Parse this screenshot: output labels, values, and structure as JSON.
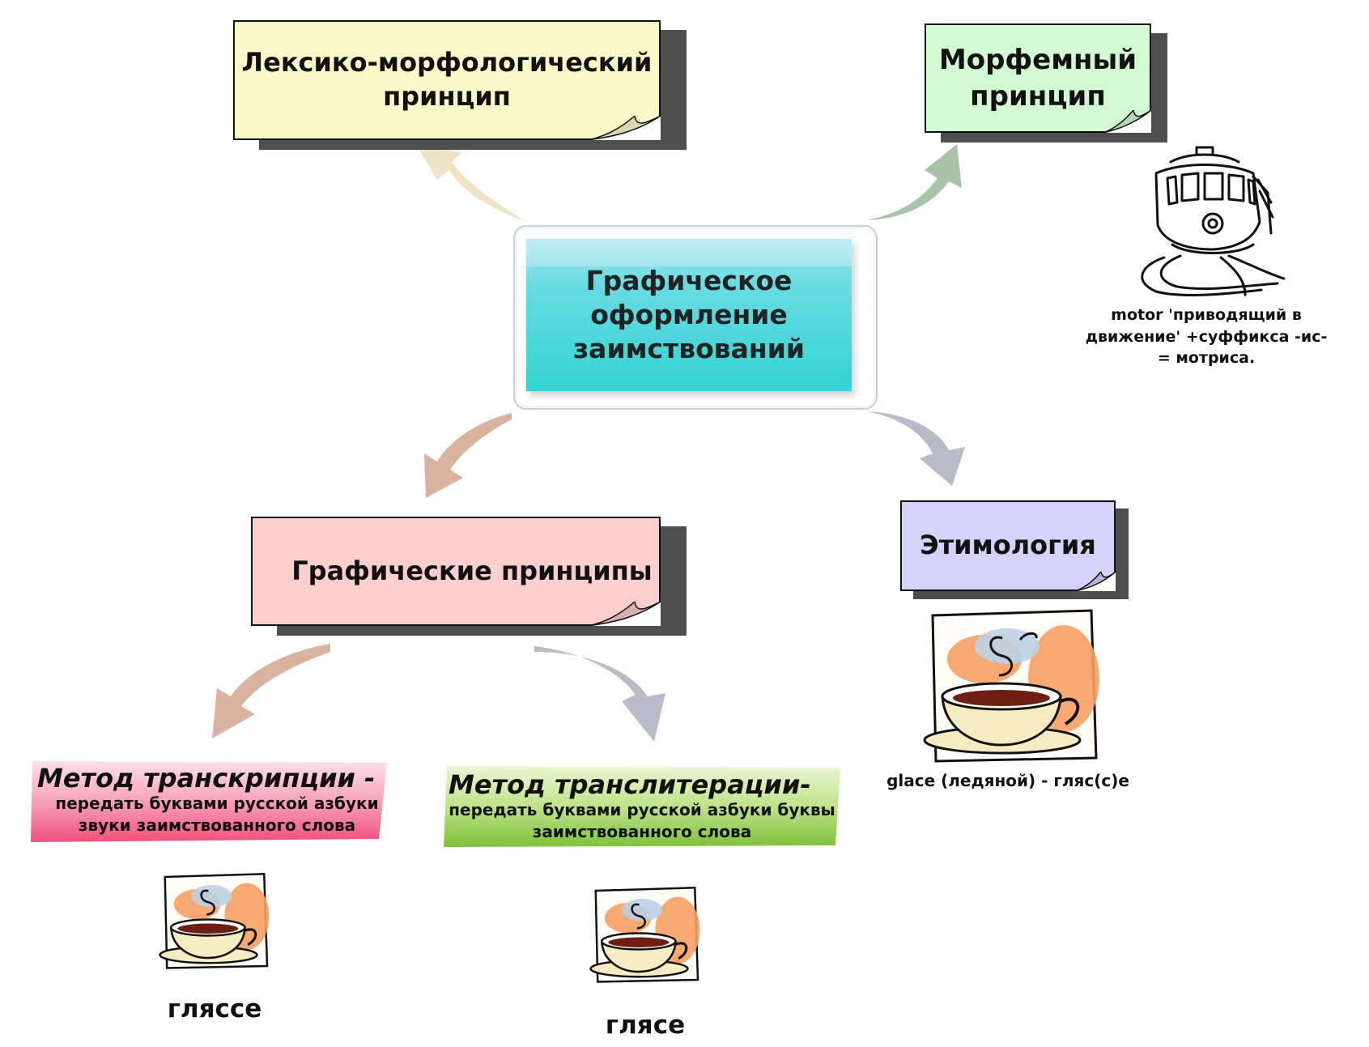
{
  "center": {
    "line1": "Графическое",
    "line2": "оформление",
    "line3": "заимствований",
    "color": "#32d3d3"
  },
  "boxes": {
    "lexmorph": {
      "line1": "Лексико-морфологический",
      "line2": "принцип",
      "color": "#fafac8"
    },
    "morpheme": {
      "line1": "Морфемный",
      "line2": "принцип",
      "color": "#d2fad2"
    },
    "graphic": {
      "line1": "Графические принципы",
      "color": "#fccfcf"
    },
    "etymology": {
      "line1": "Этимология",
      "color": "#d2d2fa"
    }
  },
  "methods": {
    "transcription": {
      "title": "Метод транскрипции -",
      "desc1": "передать буквами русской азбуки",
      "desc2": "звуки заимствованного слова",
      "color": "#f46d8f"
    },
    "transliteration": {
      "title": "Метод транслитерации-",
      "desc1": "передать буквами русской азбуки буквы",
      "desc2": "заимствованного слова",
      "color": "#8cc63f"
    }
  },
  "notes": {
    "motor": {
      "line1": "motor 'приводящий в",
      "line2": "движение' +суффикса -ис-",
      "line3": "= мотриса."
    },
    "glace": "glace (ледяной) - гляс(с)е"
  },
  "captions": {
    "glyasse": "гляссе",
    "glyase": "глясе"
  },
  "icons": {
    "tram": "tram-icon",
    "coffee": "coffee-cup-icon"
  },
  "arrow_colors": {
    "to_lexmorph": "#f0e2c4",
    "to_morpheme": "#a9c3a9",
    "to_graphic": "#d9b3a0",
    "to_etymology": "#b8bcc9",
    "to_transcription": "#d9b3a0",
    "to_transliteration": "#b8bcc9"
  }
}
